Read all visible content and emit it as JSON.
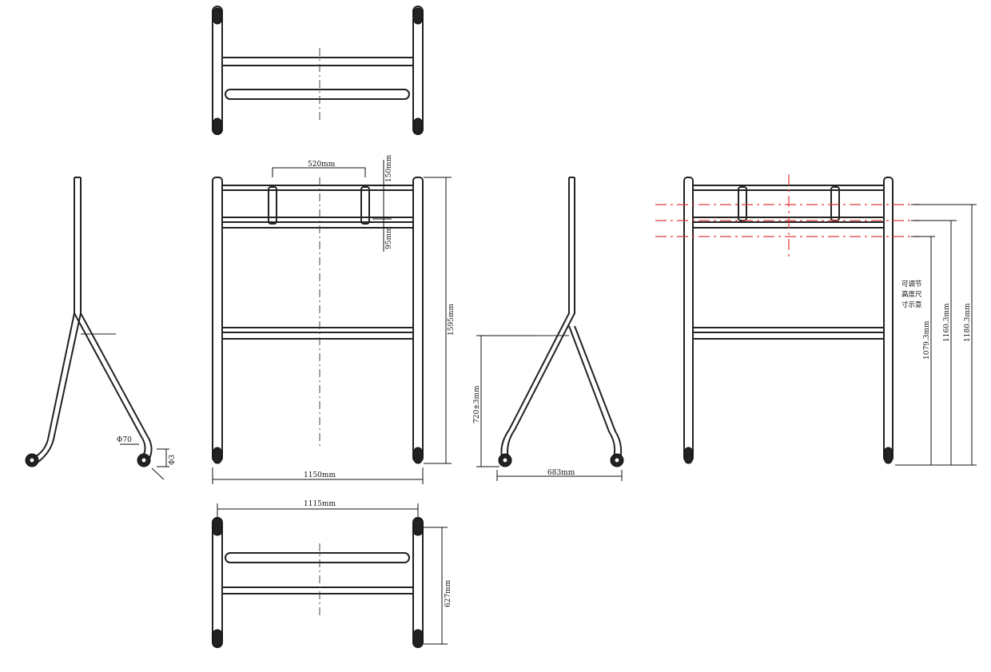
{
  "dimensions": {
    "mount_spacing": "520mm",
    "mount_height": "150mm",
    "mount_offset": "95mm",
    "total_height": "1595mm",
    "overall_width": "1150mm",
    "wheelbase_width": "1115mm",
    "base_depth": "627mm",
    "shelf_height": "720±3mm",
    "side_depth": "683mm",
    "tube_diameter": "Φ70",
    "tube_thickness": "Φ3",
    "height_1": "1079.3mm",
    "height_2": "1160.3mm",
    "height_3": "1180.3mm"
  },
  "notes": {
    "adjustable_line1": "可调节",
    "adjustable_line2": "高度尺",
    "adjustable_line3": "寸示意"
  },
  "colors": {
    "line": "#222222",
    "centerline_red": "#e23a3a"
  }
}
